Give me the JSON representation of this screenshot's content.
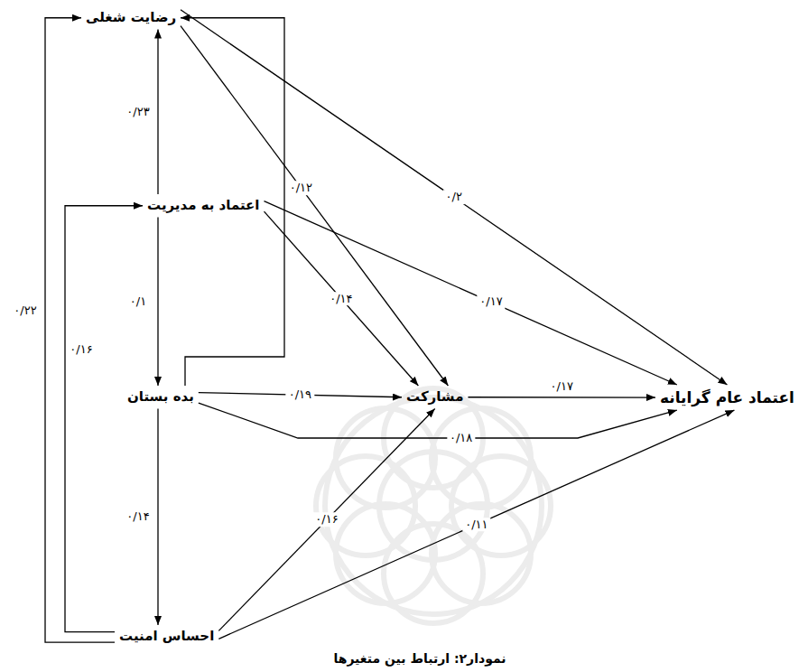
{
  "diagram": {
    "caption": "نمودار۲: ارتباط بین متغیرها",
    "nodes": [
      {
        "text": [
          "رضایت شغلی"
        ]
      },
      {
        "text": [
          "اعتماد به مدیریت"
        ]
      },
      {
        "text": [
          "مشارکت"
        ]
      },
      {
        "text": [
          "اعتماد عام گرایانه"
        ]
      },
      {
        "text": [
          "بده بستان"
        ]
      },
      {
        "text": [
          "احساس امنیت"
        ]
      }
    ],
    "edges": [
      {
        "from": 1,
        "to": 0,
        "arrow": "to",
        "label": "۰/۲۳"
      },
      {
        "from": 0,
        "to": 2,
        "arrow": "to",
        "label": "۰/۱۲"
      },
      {
        "from": 0,
        "to": 3,
        "arrow": "to",
        "label": "۰/۲"
      },
      {
        "from": 1,
        "to": 2,
        "arrow": "to",
        "label": "۰/۱۴"
      },
      {
        "from": 1,
        "to": 3,
        "arrow": "to",
        "label": "۰/۱۷"
      },
      {
        "from": 2,
        "to": 3,
        "arrow": "to",
        "label": "۰/۱۷"
      },
      {
        "from": 1,
        "to": 4,
        "arrow": "to",
        "label": "۰/۱"
      },
      {
        "from": 4,
        "to": 0,
        "arrow": "to"
      },
      {
        "from": 5,
        "to": 1,
        "arrow": "to",
        "label": "۰/۱۶"
      },
      {
        "from": 5,
        "to": 0,
        "arrow": "to",
        "label": "۰/۲۲"
      },
      {
        "from": 4,
        "to": 5,
        "arrow": "to",
        "label": "۰/۱۴"
      },
      {
        "from": 4,
        "to": 2,
        "arrow": "to",
        "label": "۰/۱۹"
      },
      {
        "from": 4,
        "to": 3,
        "arrow": "to",
        "label": "۰/۱۸"
      },
      {
        "from": 5,
        "to": 2,
        "arrow": "to",
        "label": "۰/۱۶"
      },
      {
        "from": 5,
        "to": 3,
        "arrow": "to",
        "label": "۰/۱۱"
      }
    ]
  }
}
